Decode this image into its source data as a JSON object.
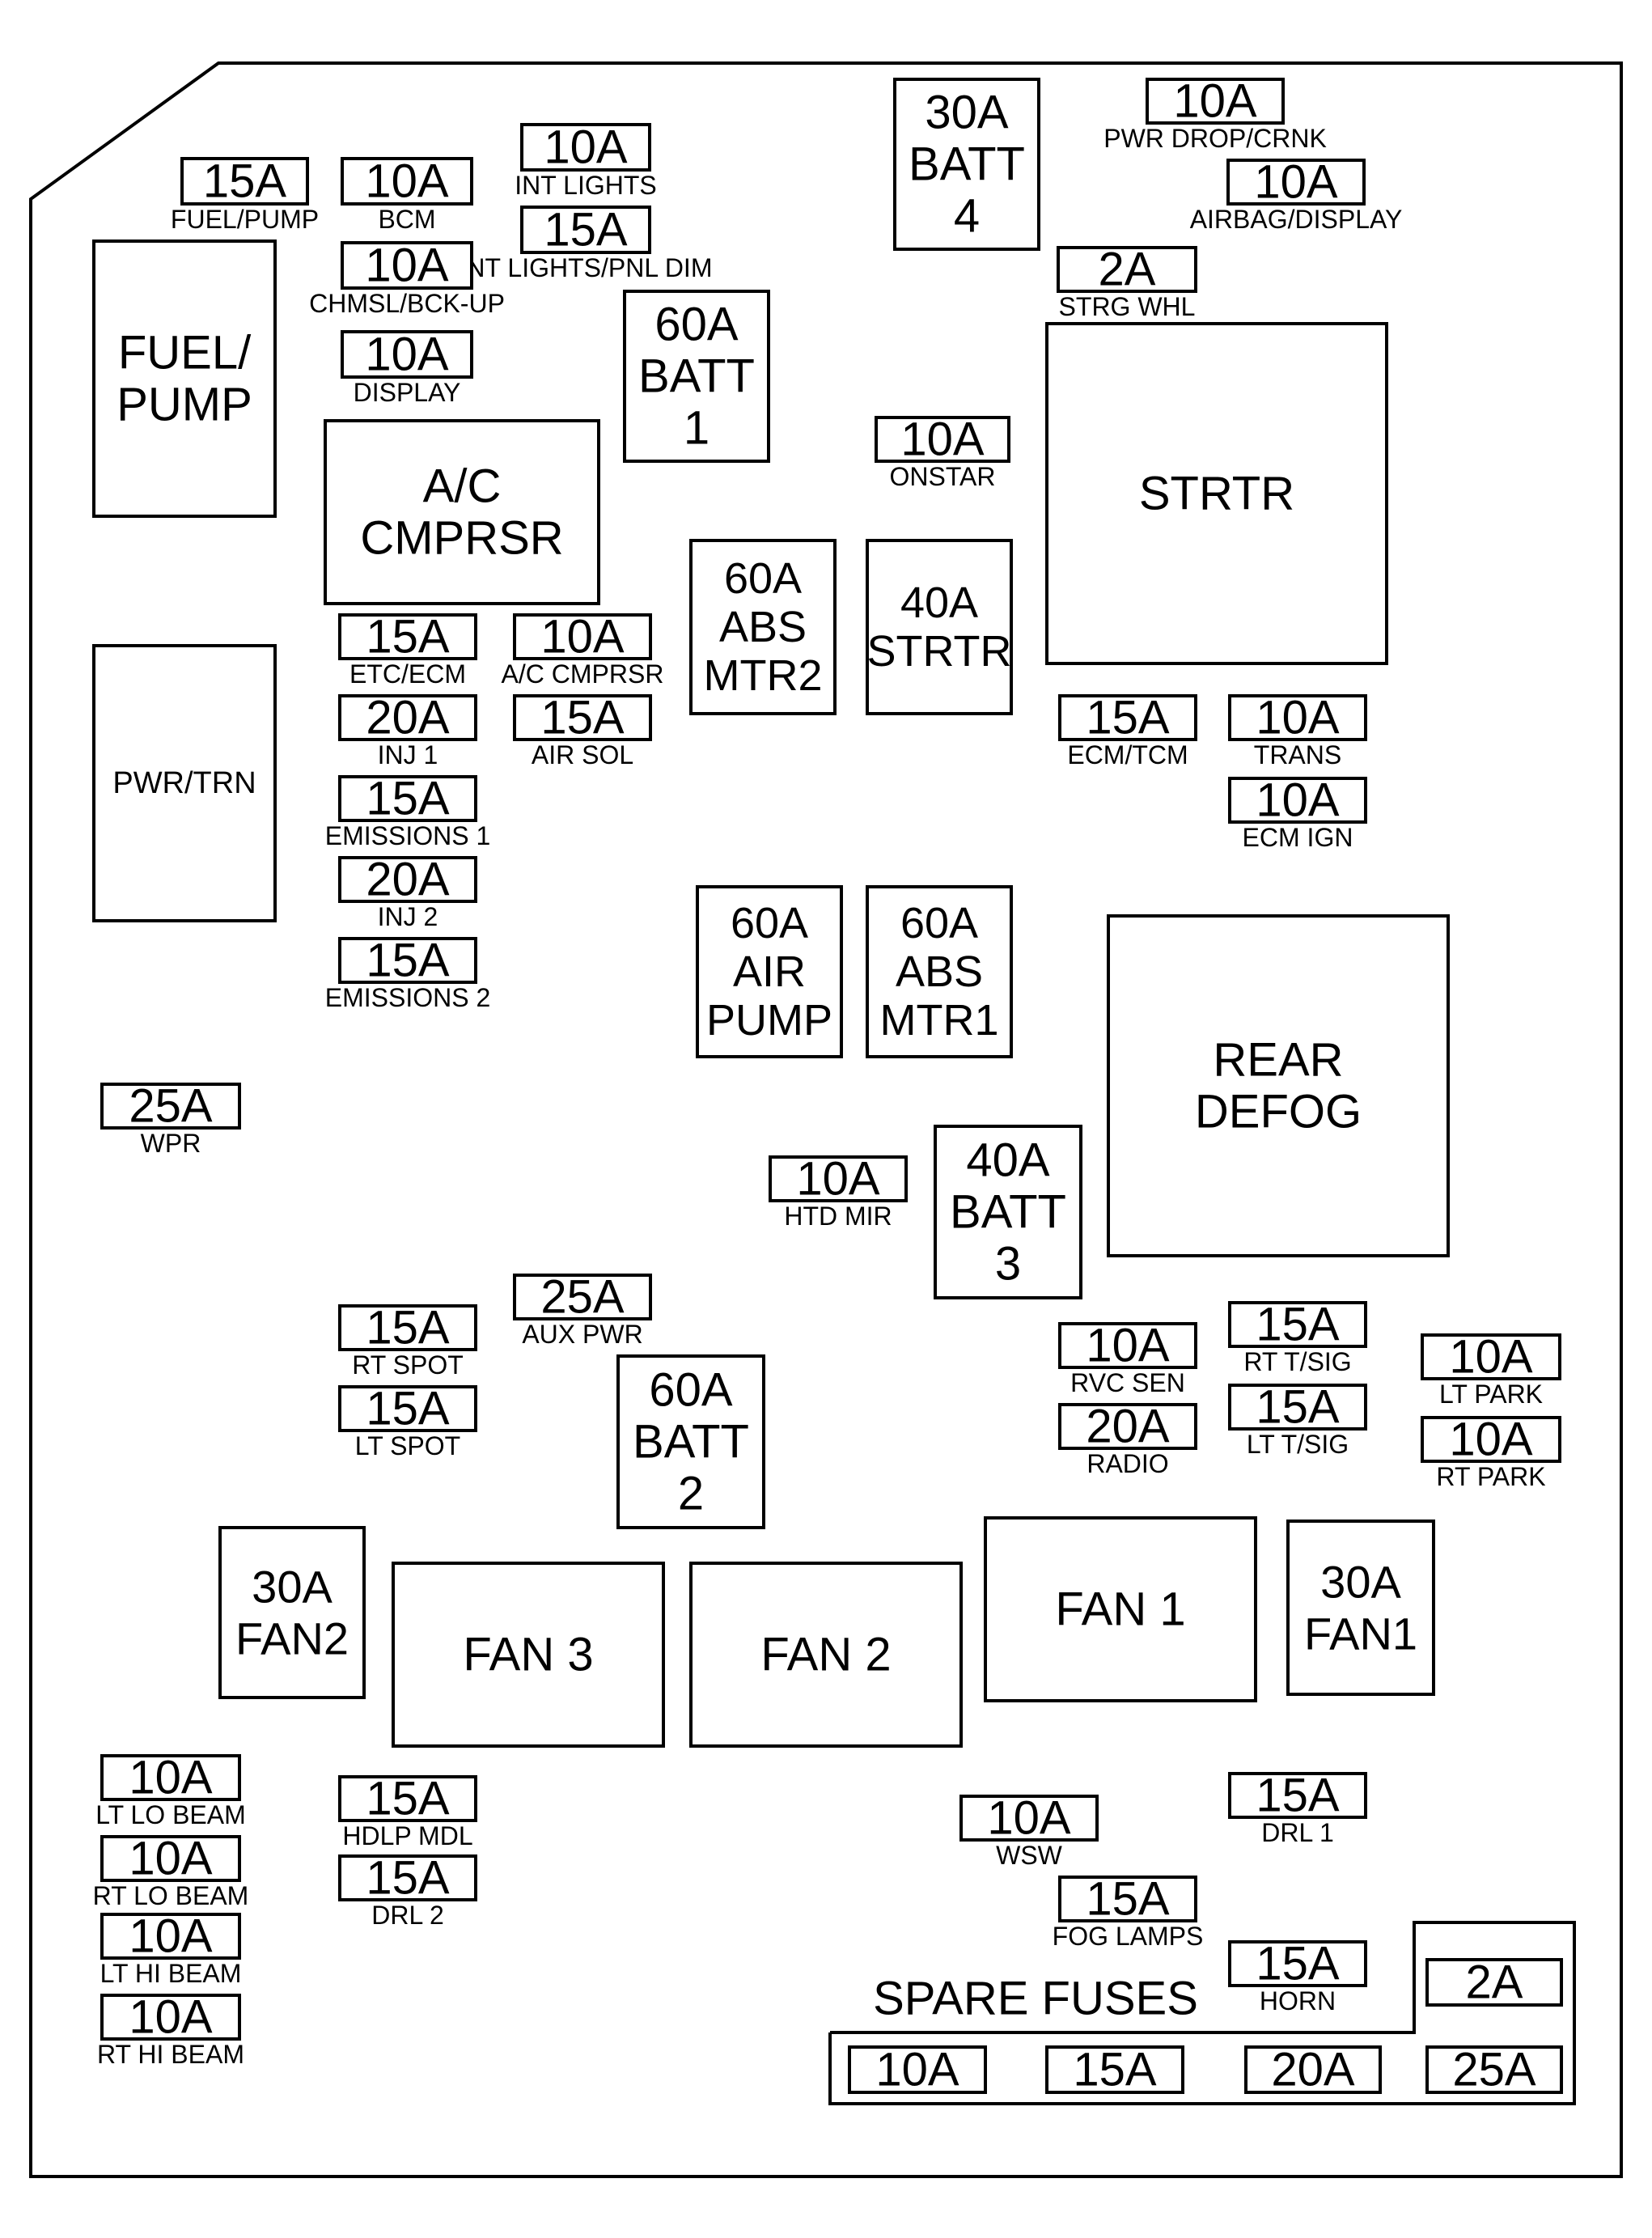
{
  "fuses": [
    {
      "id": "fuel-pump-fuse",
      "rating": "15A",
      "label": "FUEL/PUMP"
    },
    {
      "id": "bcm-fuse",
      "rating": "10A",
      "label": "BCM"
    },
    {
      "id": "int-lights-fuse",
      "rating": "10A",
      "label": "INT LIGHTS"
    },
    {
      "id": "int-lights-pnl-dim-fuse",
      "rating": "15A",
      "label": "INT LIGHTS/PNL DIM"
    },
    {
      "id": "chmsl-bck-up-fuse",
      "rating": "10A",
      "label": "CHMSL/BCK-UP"
    },
    {
      "id": "display-fuse",
      "rating": "10A",
      "label": "DISPLAY"
    },
    {
      "id": "pwr-drop-crnk-fuse",
      "rating": "10A",
      "label": "PWR DROP/CRNK"
    },
    {
      "id": "airbag-display-fuse",
      "rating": "10A",
      "label": "AIRBAG/DISPLAY"
    },
    {
      "id": "strg-whl-fuse",
      "rating": "2A",
      "label": "STRG WHL"
    },
    {
      "id": "onstar-fuse",
      "rating": "10A",
      "label": "ONSTAR"
    },
    {
      "id": "etc-ecm-fuse",
      "rating": "15A",
      "label": "ETC/ECM"
    },
    {
      "id": "ac-cmprsr-fuse",
      "rating": "10A",
      "label": "A/C CMPRSR"
    },
    {
      "id": "inj-1-fuse",
      "rating": "20A",
      "label": "INJ 1"
    },
    {
      "id": "air-sol-fuse",
      "rating": "15A",
      "label": "AIR SOL"
    },
    {
      "id": "emissions-1-fuse",
      "rating": "15A",
      "label": "EMISSIONS 1"
    },
    {
      "id": "inj-2-fuse",
      "rating": "20A",
      "label": "INJ 2"
    },
    {
      "id": "emissions-2-fuse",
      "rating": "15A",
      "label": "EMISSIONS 2"
    },
    {
      "id": "ecm-tcm-fuse",
      "rating": "15A",
      "label": "ECM/TCM"
    },
    {
      "id": "trans-fuse",
      "rating": "10A",
      "label": "TRANS"
    },
    {
      "id": "ecm-ign-fuse",
      "rating": "10A",
      "label": "ECM IGN"
    },
    {
      "id": "wpr-fuse",
      "rating": "25A",
      "label": "WPR"
    },
    {
      "id": "htd-mir-fuse",
      "rating": "10A",
      "label": "HTD MIR"
    },
    {
      "id": "aux-pwr-fuse",
      "rating": "25A",
      "label": "AUX PWR"
    },
    {
      "id": "rt-spot-fuse",
      "rating": "15A",
      "label": "RT SPOT"
    },
    {
      "id": "lt-spot-fuse",
      "rating": "15A",
      "label": "LT SPOT"
    },
    {
      "id": "rvc-sen-fuse",
      "rating": "10A",
      "label": "RVC SEN"
    },
    {
      "id": "radio-fuse",
      "rating": "20A",
      "label": "RADIO"
    },
    {
      "id": "rt-tsig-fuse",
      "rating": "15A",
      "label": "RT T/SIG"
    },
    {
      "id": "lt-tsig-fuse",
      "rating": "15A",
      "label": "LT T/SIG"
    },
    {
      "id": "lt-park-fuse",
      "rating": "10A",
      "label": "LT PARK"
    },
    {
      "id": "rt-park-fuse",
      "rating": "10A",
      "label": "RT PARK"
    },
    {
      "id": "lt-lo-beam-fuse",
      "rating": "10A",
      "label": "LT LO BEAM"
    },
    {
      "id": "rt-lo-beam-fuse",
      "rating": "10A",
      "label": "RT LO BEAM"
    },
    {
      "id": "lt-hi-beam-fuse",
      "rating": "10A",
      "label": "LT HI BEAM"
    },
    {
      "id": "rt-hi-beam-fuse",
      "rating": "10A",
      "label": "RT HI BEAM"
    },
    {
      "id": "hdlp-mdl-fuse",
      "rating": "15A",
      "label": "HDLP MDL"
    },
    {
      "id": "drl-2-fuse",
      "rating": "15A",
      "label": "DRL 2"
    },
    {
      "id": "wsw-fuse",
      "rating": "10A",
      "label": "WSW"
    },
    {
      "id": "drl-1-fuse",
      "rating": "15A",
      "label": "DRL 1"
    },
    {
      "id": "fog-lamps-fuse",
      "rating": "15A",
      "label": "FOG LAMPS"
    },
    {
      "id": "horn-fuse",
      "rating": "15A",
      "label": "HORN"
    }
  ],
  "maxi_fuses": [
    {
      "id": "batt-4-maxi",
      "lines": [
        "30A",
        "BATT",
        "4"
      ]
    },
    {
      "id": "batt-1-maxi",
      "lines": [
        "60A",
        "BATT",
        "1"
      ]
    },
    {
      "id": "abs-mtr2-maxi",
      "lines": [
        "60A",
        "ABS",
        "MTR2"
      ]
    },
    {
      "id": "strtr-maxi",
      "lines": [
        "40A",
        "STRTR"
      ]
    },
    {
      "id": "air-pump-maxi",
      "lines": [
        "60A",
        "AIR",
        "PUMP"
      ]
    },
    {
      "id": "abs-mtr1-maxi",
      "lines": [
        "60A",
        "ABS",
        "MTR1"
      ]
    },
    {
      "id": "batt-3-maxi",
      "lines": [
        "40A",
        "BATT",
        "3"
      ]
    },
    {
      "id": "batt-2-maxi",
      "lines": [
        "60A",
        "BATT",
        "2"
      ]
    },
    {
      "id": "fan2-maxi",
      "lines": [
        "30A",
        "FAN2"
      ]
    },
    {
      "id": "fan1-maxi",
      "lines": [
        "30A",
        "FAN1"
      ]
    }
  ],
  "relays": [
    {
      "id": "fuel-pump-relay",
      "lines": [
        "FUEL/",
        "PUMP"
      ]
    },
    {
      "id": "ac-cmprsr-relay",
      "lines": [
        "A/C",
        "CMPRSR"
      ]
    },
    {
      "id": "strtr-relay",
      "lines": [
        "STRTR"
      ]
    },
    {
      "id": "pwr-trn-relay",
      "lines": [
        "PWR/TRN"
      ]
    },
    {
      "id": "rear-defog-relay",
      "lines": [
        "REAR",
        "DEFOG"
      ]
    },
    {
      "id": "fan-3-relay",
      "lines": [
        "FAN 3"
      ]
    },
    {
      "id": "fan-2-relay",
      "lines": [
        "FAN 2"
      ]
    },
    {
      "id": "fan-1-relay",
      "lines": [
        "FAN 1"
      ]
    }
  ],
  "spare_fuses": {
    "title": "SPARE FUSES",
    "ratings": [
      "2A",
      "10A",
      "15A",
      "20A",
      "25A"
    ]
  }
}
